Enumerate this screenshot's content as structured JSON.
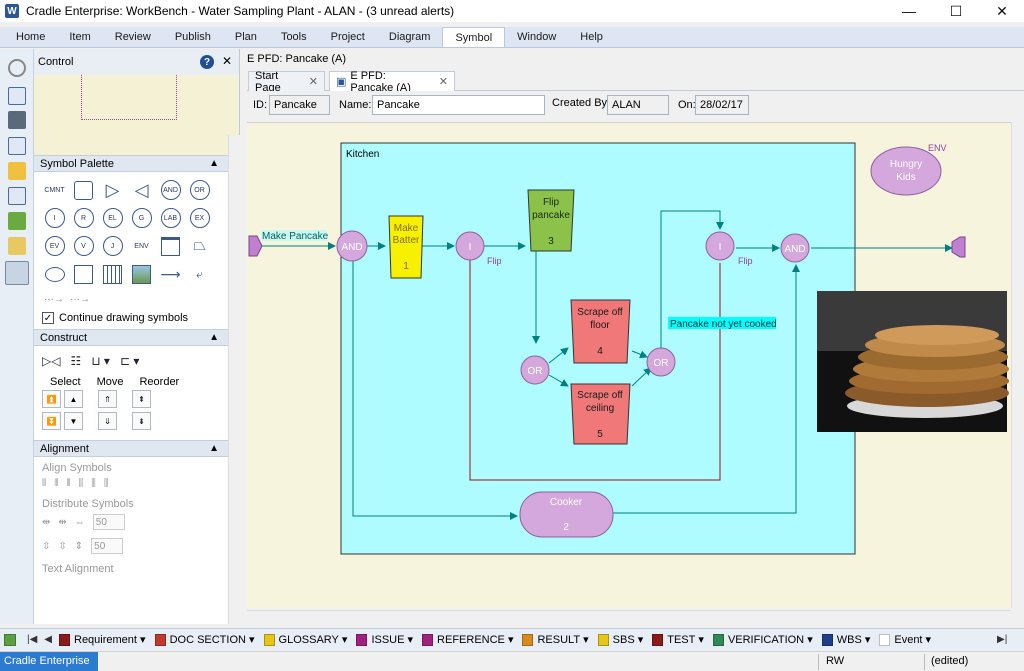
{
  "window": {
    "title": "Cradle Enterprise: WorkBench - Water Sampling Plant - ALAN - (3 unread alerts)",
    "app_icon_letter": "W",
    "min": "—",
    "max": "☐",
    "close": "✕"
  },
  "menu": [
    {
      "label": "Home"
    },
    {
      "label": "Item"
    },
    {
      "label": "Review"
    },
    {
      "label": "Publish"
    },
    {
      "label": "Plan"
    },
    {
      "label": "Tools"
    },
    {
      "label": "Project"
    },
    {
      "label": "Diagram"
    },
    {
      "label": "Symbol",
      "active": true
    },
    {
      "label": "Window"
    },
    {
      "label": "Help"
    }
  ],
  "control": {
    "title": "Control",
    "help": "?",
    "close": "✕",
    "symbol_palette": "Symbol Palette",
    "palette_labels": {
      "cmnt": "CMNT",
      "and": "AND",
      "or": "OR",
      "i": "I",
      "r": "R",
      "el": "EL",
      "g": "G",
      "lab": "LAB",
      "ex": "EX",
      "ev": "EV",
      "v": "V",
      "j": "J",
      "env": "ENV"
    },
    "continue_drawing": "Continue drawing symbols",
    "continue_checked": "✓",
    "construct": "Construct",
    "select": "Select",
    "move": "Move",
    "reorder": "Reorder",
    "alignment": "Alignment",
    "align_symbols": "Align Symbols",
    "distribute_symbols": "Distribute Symbols",
    "spacing_1": "50",
    "spacing_2": "50",
    "text_alignment": "Text Alignment"
  },
  "doc_header": "E PFD: Pancake (A)",
  "tabs": [
    {
      "label": "Start Page"
    },
    {
      "label": "E PFD: Pancake (A)",
      "active": true
    }
  ],
  "properties": {
    "id_label": "ID:",
    "id_value": "Pancake",
    "name_label": "Name:",
    "name_value": "Pancake",
    "created_by_label": "Created By:",
    "created_by_value": "ALAN",
    "on_label": "On:",
    "on_value": "28/02/17"
  },
  "diagram": {
    "kitchen_label": "Kitchen",
    "make_pancake": "Make Pancake",
    "and_1": "AND",
    "and_2": "AND",
    "make_batter": {
      "line1": "Make",
      "line2": "Batter",
      "num": "1"
    },
    "flip_pancake": {
      "line1": "Flip",
      "line2": "pancake",
      "num": "3"
    },
    "scrape_floor": {
      "line1": "Scrape off",
      "line2": "floor",
      "num": "4"
    },
    "scrape_ceiling": {
      "line1": "Scrape off",
      "line2": "ceiling",
      "num": "5"
    },
    "i_1": "I",
    "i_2": "I",
    "flip_1": "Flip",
    "flip_2": "Flip",
    "or_1": "OR",
    "or_2": "OR",
    "not_cooked": "Pancake not yet cooked",
    "cooker": {
      "line1": "Cooker",
      "num": "2"
    },
    "env": "ENV",
    "hungry": {
      "line1": "Hungry",
      "line2": "Kids"
    }
  },
  "bottom_bar": [
    {
      "label": "Requirement",
      "color": "#8b1a1a"
    },
    {
      "label": "DOC SECTION",
      "color": "#c0392b"
    },
    {
      "label": "GLOSSARY",
      "color": "#e6c619"
    },
    {
      "label": "ISSUE",
      "color": "#a0227f"
    },
    {
      "label": "REFERENCE",
      "color": "#a0227f"
    },
    {
      "label": "RESULT",
      "color": "#d98a1c"
    },
    {
      "label": "SBS",
      "color": "#e6c619"
    },
    {
      "label": "TEST",
      "color": "#8b1a1a"
    },
    {
      "label": "VERIFICATION",
      "color": "#2e8b57"
    },
    {
      "label": "WBS",
      "color": "#1f3f8a"
    },
    {
      "label": "Event",
      "color": "#ffffff"
    }
  ],
  "status": {
    "app": "Cradle Enterprise",
    "rw": "RW",
    "edited": "(edited)"
  },
  "colors": {
    "kitchen_fill": "#aefcff",
    "canvas_bg": "#f6f4dc",
    "node_purple": "#d4a8dc",
    "batter_yellow": "#f7f000",
    "flip_green": "#8bc34a",
    "scrape_red": "#f07878",
    "connector": "#008080",
    "feedback": "#a01010",
    "accent_blue": "#2b7bd1"
  }
}
